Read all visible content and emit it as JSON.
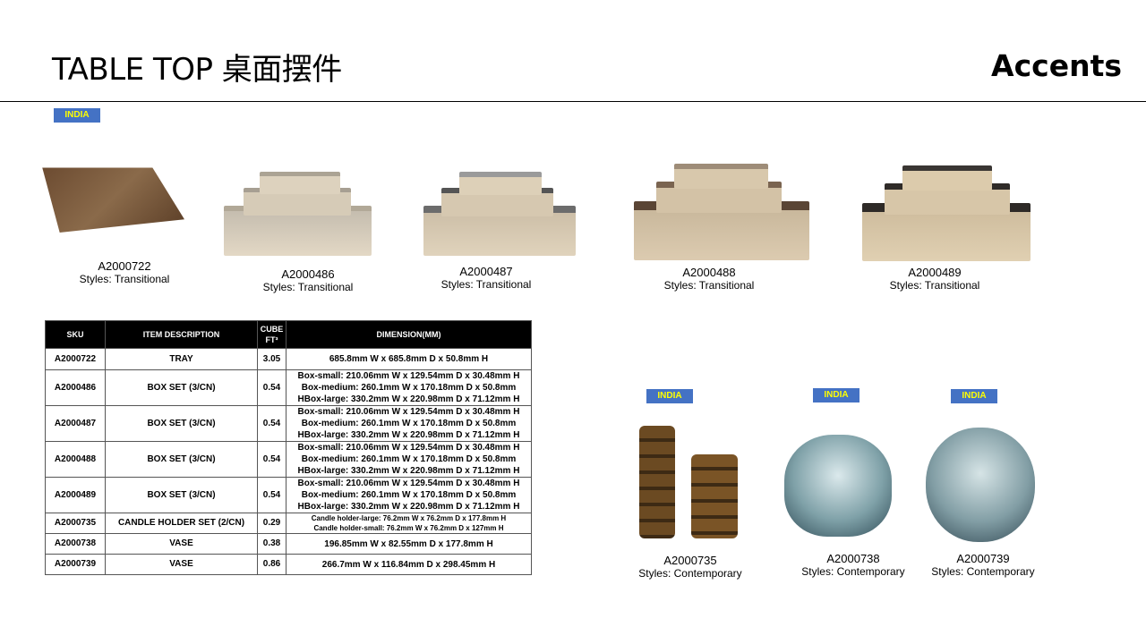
{
  "header": {
    "title": "TABLE TOP 桌面摆件",
    "brand": "Accents"
  },
  "badges": {
    "origin": "INDIA"
  },
  "products_top": [
    {
      "sku": "A2000722",
      "style": "Styles: Transitional"
    },
    {
      "sku": "A2000486",
      "style": "Styles: Transitional"
    },
    {
      "sku": "A2000487",
      "style": "Styles: Transitional"
    },
    {
      "sku": "A2000488",
      "style": "Styles: Transitional"
    },
    {
      "sku": "A2000489",
      "style": "Styles: Transitional"
    }
  ],
  "products_bottom": [
    {
      "sku": "A2000735",
      "style": "Styles:  Contemporary"
    },
    {
      "sku": "A2000738",
      "style": "Styles:  Contemporary"
    },
    {
      "sku": "A2000739",
      "style": "Styles:  Contemporary"
    }
  ],
  "table": {
    "headers": {
      "sku": "SKU",
      "desc": "ITEM DESCRIPTION",
      "cube": "CUBE FT³",
      "dim": "DIMENSION(MM)"
    },
    "rows": [
      {
        "sku": "A2000722",
        "desc": "TRAY",
        "cube": "3.05",
        "dim": [
          "685.8mm W x 685.8mm D x 50.8mm H"
        ]
      },
      {
        "sku": "A2000486",
        "desc": "BOX SET (3/CN)",
        "cube": "0.54",
        "dim": [
          "Box-small: 210.06mm W x 129.54mm D x 30.48mm H",
          "Box-medium: 260.1mm W x 170.18mm D x 50.8mm",
          "HBox-large: 330.2mm W x 220.98mm D x 71.12mm H"
        ]
      },
      {
        "sku": "A2000487",
        "desc": "BOX SET (3/CN)",
        "cube": "0.54",
        "dim": [
          "Box-small: 210.06mm W x 129.54mm D x 30.48mm H",
          "Box-medium: 260.1mm W x 170.18mm D x 50.8mm",
          "HBox-large: 330.2mm W x 220.98mm D x 71.12mm H"
        ]
      },
      {
        "sku": "A2000488",
        "desc": "BOX SET (3/CN)",
        "cube": "0.54",
        "dim": [
          "Box-small: 210.06mm W x 129.54mm D x 30.48mm H",
          "Box-medium: 260.1mm W x 170.18mm D x 50.8mm",
          "HBox-large: 330.2mm W x 220.98mm D x 71.12mm H"
        ]
      },
      {
        "sku": "A2000489",
        "desc": "BOX SET (3/CN)",
        "cube": "0.54",
        "dim": [
          "Box-small: 210.06mm W x 129.54mm D x 30.48mm H",
          "Box-medium: 260.1mm W x 170.18mm D x 50.8mm",
          "HBox-large: 330.2mm W x 220.98mm D x 71.12mm H"
        ]
      },
      {
        "sku": "A2000735",
        "desc": "CANDLE HOLDER SET (2/CN)",
        "cube": "0.29",
        "dim": [
          "Candle holder-large: 76.2mm W x 76.2mm D x 177.8mm H",
          "Candle holder-small: 76.2mm W x 76.2mm D x 127mm H"
        ]
      },
      {
        "sku": "A2000738",
        "desc": "VASE",
        "cube": "0.38",
        "dim": [
          "196.85mm W x 82.55mm D x 177.8mm H"
        ]
      },
      {
        "sku": "A2000739",
        "desc": "VASE",
        "cube": "0.86",
        "dim": [
          "266.7mm W x 116.84mm D x 298.45mm H"
        ]
      }
    ]
  }
}
